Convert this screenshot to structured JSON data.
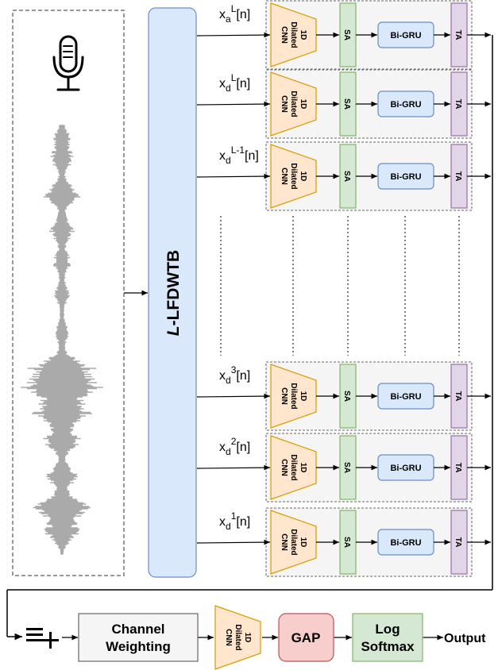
{
  "transform": {
    "label_italic": "L",
    "label_rest": "-LFDWTB"
  },
  "branches": [
    {
      "base": "x",
      "sub": "a",
      "sup": "L",
      "suffix": "[n]"
    },
    {
      "base": "x",
      "sub": "d",
      "sup": "L",
      "suffix": "[n]"
    },
    {
      "base": "x",
      "sub": "d",
      "sup": "L-1",
      "suffix": "[n]"
    },
    {
      "base": "x",
      "sub": "d",
      "sup": "3",
      "suffix": "[n]"
    },
    {
      "base": "x",
      "sub": "d",
      "sup": "2",
      "suffix": "[n]"
    },
    {
      "base": "x",
      "sub": "d",
      "sup": "1",
      "suffix": "[n]"
    }
  ],
  "blocks": {
    "cnn_line1": "1D",
    "cnn_line2": "Dilated",
    "cnn_line3": "CNN",
    "sa": "SA",
    "bigru": "Bi-GRU",
    "ta": "TA"
  },
  "bottom": {
    "channel_weighting_line1": "Channel",
    "channel_weighting_line2": "Weighting",
    "gap": "GAP",
    "log_softmax_line1": "Log",
    "log_softmax_line2": "Softmax",
    "output": "Output"
  },
  "icons": [
    "microphone-icon",
    "waveform-icon",
    "concatenate-icon"
  ],
  "colors": {
    "cnn_fill": "#ffe6cc",
    "cnn_stroke": "#d79b00",
    "sa_fill": "#d5e8d4",
    "sa_stroke": "#82b366",
    "bigru_fill": "#dae8fc",
    "bigru_stroke": "#6c8ebf",
    "ta_fill": "#e1d5e7",
    "ta_stroke": "#9673a6",
    "gap_fill": "#f8cecc",
    "gap_stroke": "#b85450",
    "panel_fill": "#f5f5f5",
    "panel_stroke": "#666666",
    "waveform": "#aaaaaa"
  }
}
